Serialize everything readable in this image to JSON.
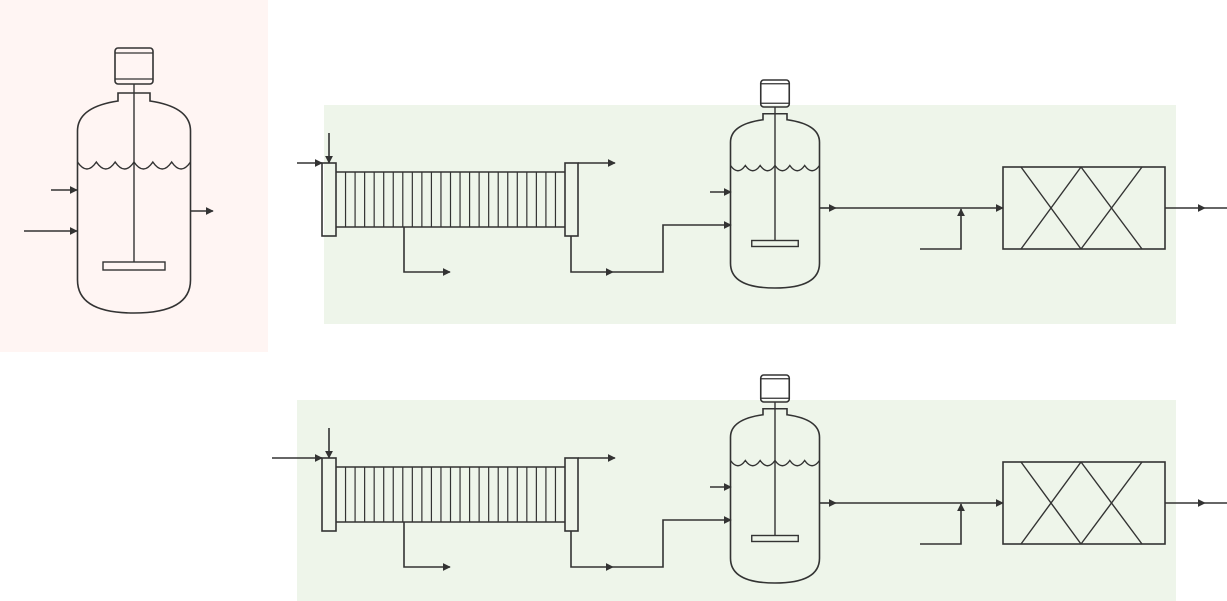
{
  "colors": {
    "background": "#ffffff",
    "batch_panel": "#fff5f3",
    "continuous_panel": "#eef5ea",
    "stroke": "#333333"
  },
  "diagram": {
    "batch_reactor_count": 1,
    "continuous_trains": 2,
    "heat_exchanger_tubes": 24
  }
}
